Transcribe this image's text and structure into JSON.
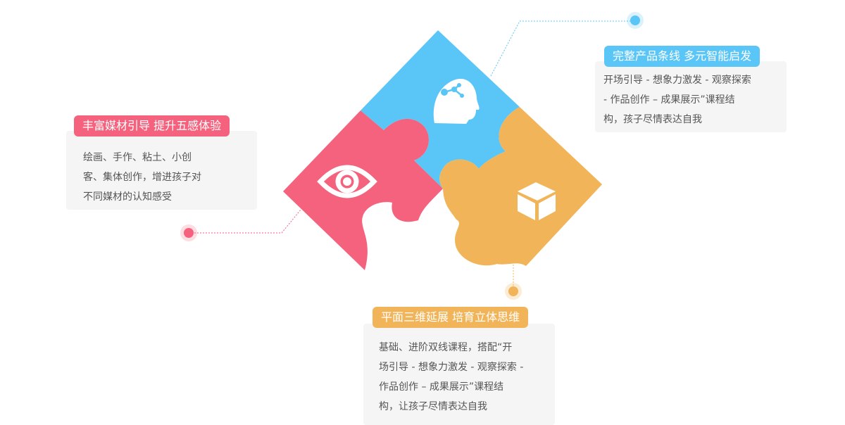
{
  "colors": {
    "pink": "#f4627d",
    "blue": "#5ac6f7",
    "orange": "#f2b458",
    "card_bg": "#f5f5f5",
    "text": "#555555"
  },
  "icons": {
    "pink_piece": "eye-icon",
    "blue_piece": "brain-head-icon",
    "orange_piece": "cube-icon"
  },
  "cards": {
    "left": {
      "title": "丰富媒材引导 提升五感体验",
      "lines": [
        "绘画、手作、粘土、小创",
        "客、集体创作，增进孩子对",
        "不同媒材的认知感受"
      ]
    },
    "right": {
      "title": "完整产品条线 多元智能启发",
      "lines": [
        "开场引导 - 想象力激发 - 观察探索",
        "- 作品创作 – 成果展示”课程结",
        "构，孩子尽情表达自我"
      ]
    },
    "bottom": {
      "title": "平面三维延展 培育立体思维",
      "lines": [
        "基础、进阶双线课程，搭配“开",
        "场引导 - 想象力激发 - 观察探索 -",
        "作品创作 – 成果展示”课程结",
        "构，让孩子尽情表达自我"
      ]
    }
  }
}
